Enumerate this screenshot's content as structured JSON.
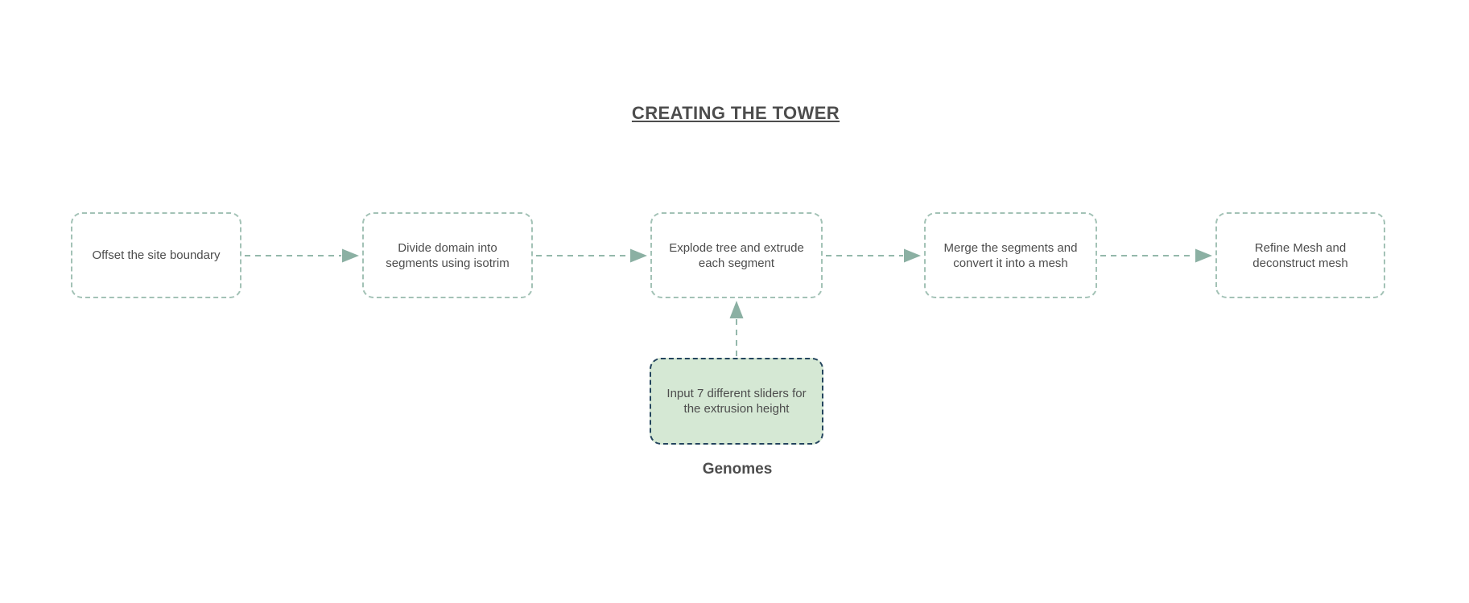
{
  "diagram": {
    "title": "CREATING THE TOWER",
    "caption": "Genomes",
    "nodes": [
      {
        "label": "Offset the site boundary"
      },
      {
        "label": "Divide domain into segments using isotrim"
      },
      {
        "label": "Explode tree and extrude each segment"
      },
      {
        "label": "Merge the segments and convert it into a mesh"
      },
      {
        "label": "Refine Mesh and deconstruct mesh"
      }
    ],
    "input_node": {
      "label": "Input 7 different sliders for the extrusion height"
    },
    "colors": {
      "node_border": "#a3c2b6",
      "node_fill": "#ffffff",
      "arrow": "#94b8ab",
      "arrow_head": "#8bb0a3",
      "input_fill": "#d5e8d4",
      "input_border": "#23445d",
      "text": "#4d4d4d"
    }
  }
}
